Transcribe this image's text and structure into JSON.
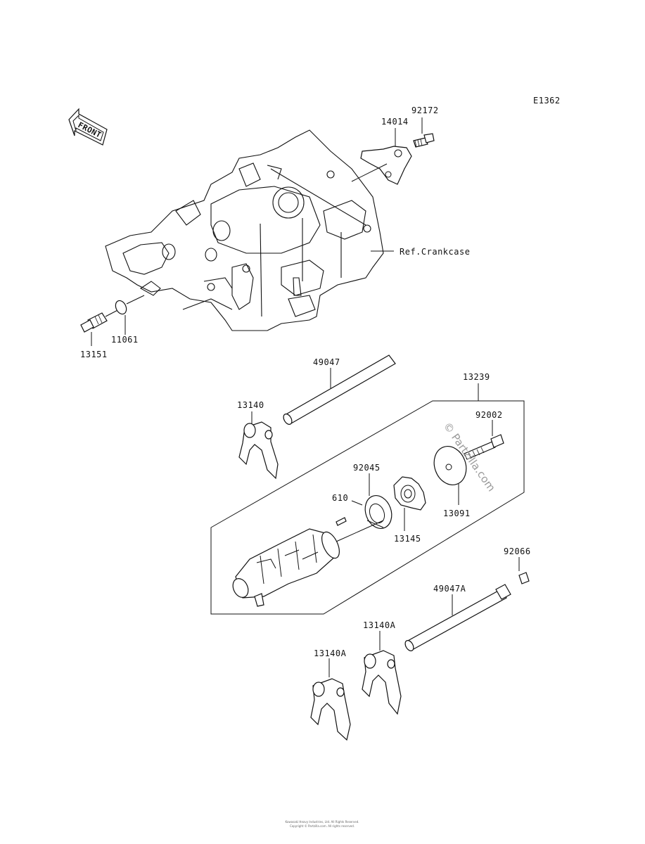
{
  "diagram_code": "E1362",
  "front_label": "FRONT",
  "reference": "Ref.Crankcase",
  "watermark": "© Partzilla.com",
  "footer_line1": "Kawasaki Heavy Industries, Ltd. All Rights Reserved.",
  "footer_line2": "Copyright © Partzilla.com. All rights reserved.",
  "parts": [
    "92172",
    "14014",
    "13151",
    "11061",
    "49047",
    "13239",
    "13140",
    "92002",
    "92045",
    "610",
    "13091",
    "13145",
    "92066",
    "49047A",
    "13140A",
    "13140A"
  ]
}
